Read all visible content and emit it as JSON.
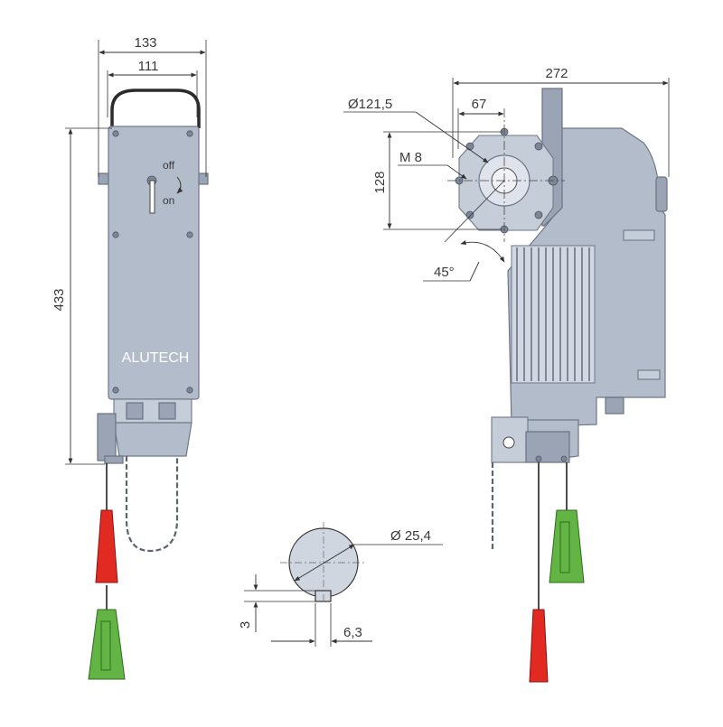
{
  "brand": {
    "label": "ALUTECH"
  },
  "switch": {
    "off_label": "off",
    "on_label": "on"
  },
  "dimensions": {
    "front_width_outer": "133",
    "front_width_inner": "111",
    "front_height": "433",
    "side_width": "272",
    "flange_offset": "67",
    "flange_diameter": "Ø121,5",
    "thread": "M 8",
    "flange_height": "128",
    "angle": "45°",
    "shaft_diameter": "Ø 25,4",
    "key_height": "3",
    "key_width": "6,3"
  },
  "colors": {
    "housing": "#b3bccb",
    "handle_red": "#e02a22",
    "handle_green": "#62b544",
    "chain": "#5d6470"
  },
  "icons": [
    "chain-icon",
    "red-handle-icon",
    "green-handle-icon"
  ]
}
